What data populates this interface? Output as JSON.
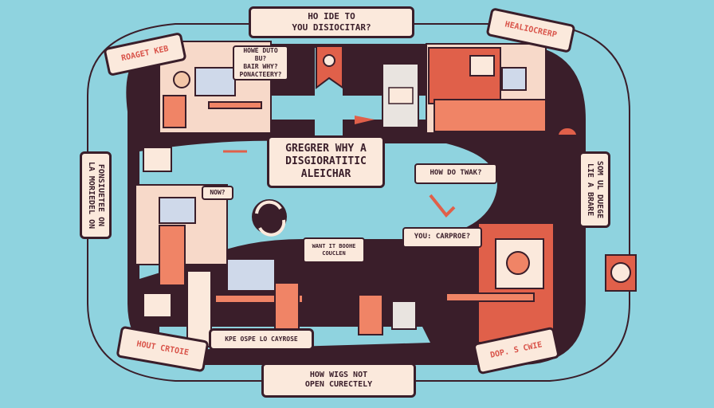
{
  "top_center_sign": {
    "line1": "HO IDE TO",
    "line2": "YOU DISIOCITAR?"
  },
  "top_left_sign": "ROAGET KEB",
  "top_right_sign": "HEALIOCRERP",
  "center_sign": {
    "line1": "GREGRER WHY A",
    "line2": "DISGIORATITIC",
    "line3": "ALEICHAR"
  },
  "speech_top": {
    "line1": "HOWE DUTO BU?",
    "line2": "BAIR WHY?",
    "line3": "PONACTEERY?"
  },
  "speech_how_tweak": "HOW DO TWAK?",
  "speech_now": "NOW?",
  "speech_carproe": "YOU: CARPROE?",
  "speech_want": {
    "line1": "WANT IT BOOHE",
    "line2": "COUCLEN"
  },
  "left_vertical": {
    "line1": "FONSIUETEE ON",
    "line2": "LA MORIEDEL ON"
  },
  "right_vertical": {
    "line1": "SOM UL DUEGE",
    "line2": "LIE A BRARE"
  },
  "bottom_left_sign": "HOUT CRTOIE",
  "bottom_center_sign": {
    "line1": "HOW WIGS NOT",
    "line2": "OPEN CURECTELY"
  },
  "bottom_right_sign": "DOP. S CWIE",
  "bottom_mid_label": "KPE OSPE LO CAYROSE",
  "colors": {
    "sky": "#8fd3df",
    "track": "#3a1e2a",
    "coral": "#f08466",
    "cream": "#fbe9dc",
    "red": "#e0604a"
  }
}
